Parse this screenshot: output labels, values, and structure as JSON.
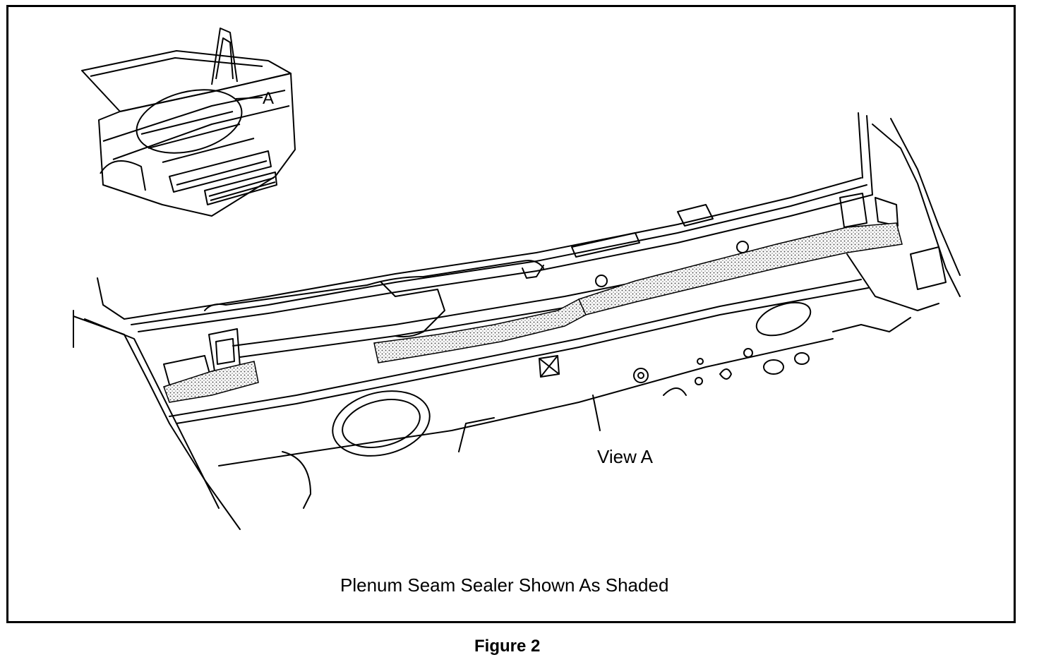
{
  "callout_label": "A",
  "view_label": "View A",
  "caption": "Plenum Seam Sealer Shown As Shaded",
  "figure_title": "Figure 2",
  "colors": {
    "line": "#000000",
    "background": "#ffffff",
    "shading": "#7a7a7a"
  }
}
